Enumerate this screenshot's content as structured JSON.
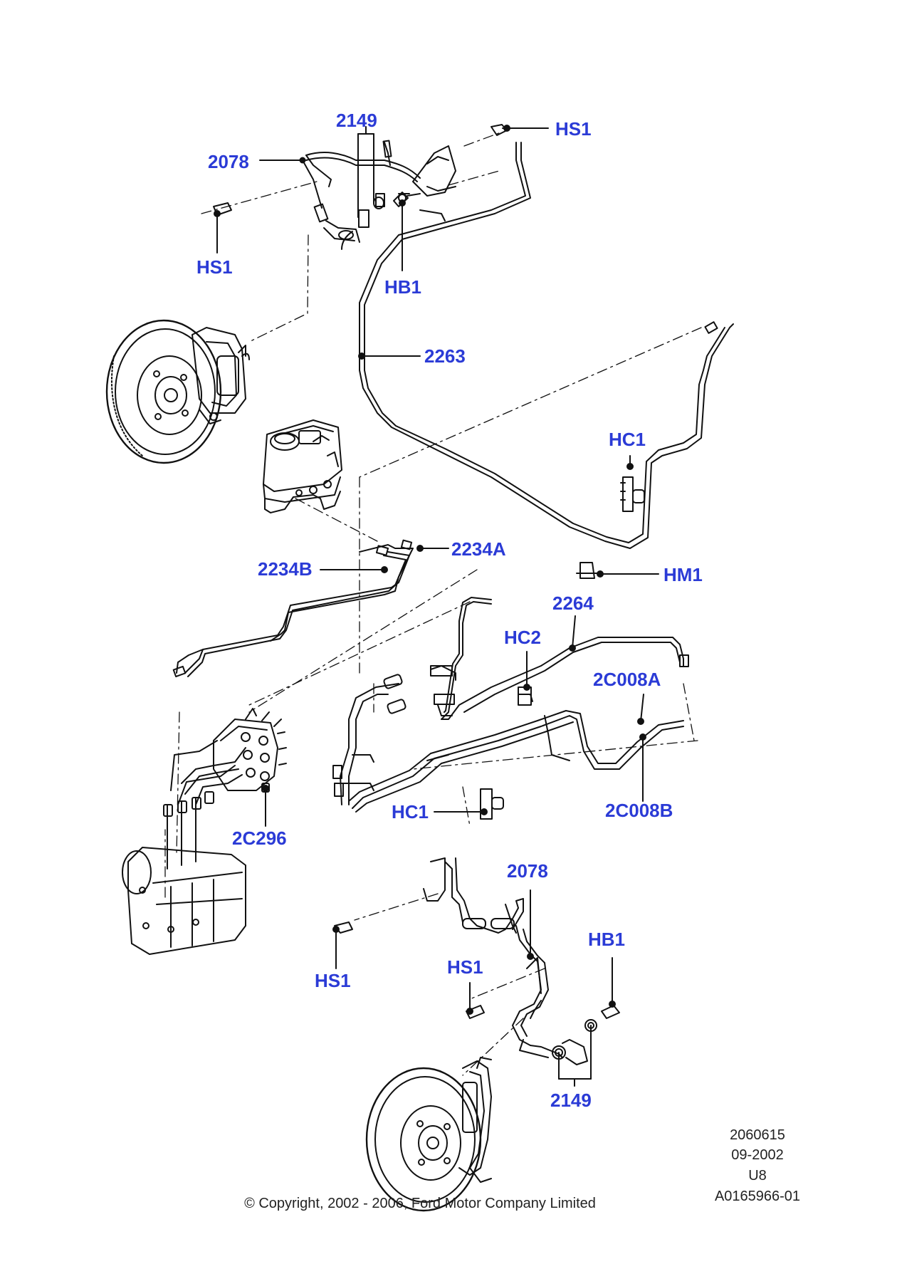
{
  "labels": {
    "l2149_top": "2149",
    "hs1_top_right": "HS1",
    "l2078_top": "2078",
    "hs1_top_left": "HS1",
    "hb1_top": "HB1",
    "l2263": "2263",
    "hc1_right": "HC1",
    "l2234a": "2234A",
    "l2234b": "2234B",
    "hm1": "HM1",
    "l2264": "2264",
    "hc2": "HC2",
    "l2c008a": "2C008A",
    "hc1_lower": "HC1",
    "l2c008b": "2C008B",
    "l2c296": "2C296",
    "l2078_bottom": "2078",
    "hb1_bottom": "HB1",
    "hs1_bottom_mid": "HS1",
    "hs1_bottom_left": "HS1",
    "l2149_bottom": "2149"
  },
  "meta": {
    "ref1": "2060615",
    "ref2": "09-2002",
    "ref3": "U8",
    "ref4": "A0165966-01",
    "copyright": "© Copyright, 2002 - 2006, Ford Motor Company Limited"
  },
  "colors": {
    "label": "#2b3bd6",
    "line": "#111111"
  }
}
